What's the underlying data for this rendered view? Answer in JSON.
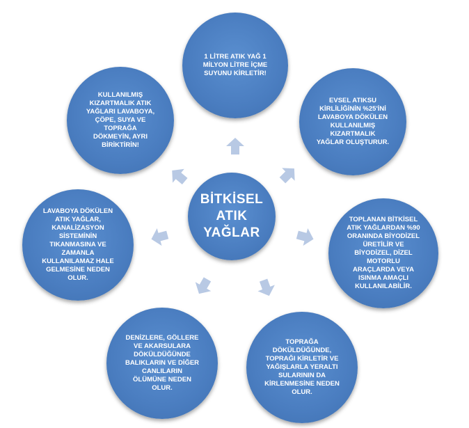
{
  "center": {
    "title": "BİTKİSEL ATIK YAĞLAR"
  },
  "nodes": [
    {
      "id": "top",
      "text": "1 LİTRE ATIK YAĞ 1 MİLYON LİTRE İÇME SUYUNU KİRLETİR!"
    },
    {
      "id": "top-right",
      "text": "EVSEL ATIKSU KİRLİLİĞİNİN %25'İNİ LAVABOYA DÖKÜLEN KULLANILMIŞ KIZARTMALIK YAĞLAR OLUŞTURUR."
    },
    {
      "id": "right",
      "text": "TOPLANAN BİTKİSEL ATIK YAĞLARDAN %90 ORANINDA BİYODİZEL ÜRETİLİR VE BİYODİZEL, DİZEL MOTORLU ARAÇLARDA VEYA ISINMA AMAÇLI KULLANILABİLİR."
    },
    {
      "id": "bottom-right",
      "text": "TOPRAĞA DÖKÜLDÜĞÜNDE, TOPRAĞI KİRLETİR VE YAĞIŞLARLA YERALTI SULARININ DA KİRLENMESİNE NEDEN OLUR."
    },
    {
      "id": "bottom-left",
      "text": "DENİZLERE, GÖLLERE VE AKARSULARA DÖKÜLDÜĞÜNDE BALIKLARIN VE DİĞER CANLILARIN ÖLÜMÜNE NEDEN OLUR."
    },
    {
      "id": "left",
      "text": "LAVABOYA DÖKÜLEN ATIK YAĞLAR, KANALİZASYON SİSTEMİNİN TIKANMASINA VE ZAMANLA KULLANILAMAZ HALE GELMESİNE NEDEN OLUR."
    },
    {
      "id": "top-left",
      "text": "KULLANILMIŞ KIZARTMALIK ATIK YAĞLARI LAVABOYA, ÇÖPE, SUYA VE TOPRAĞA DÖKMEYİN, AYRI BİRİKTİRİN!"
    }
  ],
  "colors": {
    "circle": "#4a7dc0",
    "arrow": "#b8c9e4",
    "text": "#ffffff"
  }
}
